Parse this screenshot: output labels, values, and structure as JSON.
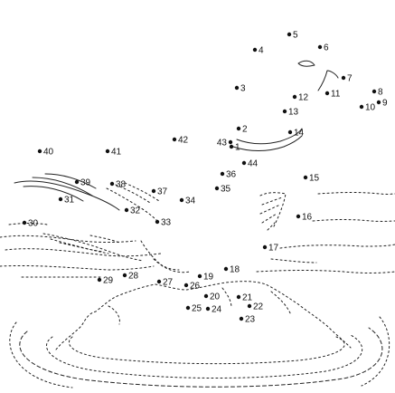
{
  "worksheet": {
    "points": [
      {
        "label": "1"
      },
      {
        "label": "2"
      },
      {
        "label": "3"
      },
      {
        "label": "4"
      },
      {
        "label": "5"
      },
      {
        "label": "6"
      },
      {
        "label": "7"
      },
      {
        "label": "8"
      },
      {
        "label": "9"
      },
      {
        "label": "10"
      },
      {
        "label": "11"
      },
      {
        "label": "12"
      },
      {
        "label": "13"
      },
      {
        "label": "14"
      },
      {
        "label": "15"
      },
      {
        "label": "16"
      },
      {
        "label": "17"
      },
      {
        "label": "18"
      },
      {
        "label": "19"
      },
      {
        "label": "20"
      },
      {
        "label": "21"
      },
      {
        "label": "22"
      },
      {
        "label": "23"
      },
      {
        "label": "24"
      },
      {
        "label": "25"
      },
      {
        "label": "26"
      },
      {
        "label": "27"
      },
      {
        "label": "28"
      },
      {
        "label": "29"
      },
      {
        "label": "30"
      },
      {
        "label": "31"
      },
      {
        "label": "32"
      },
      {
        "label": "33"
      },
      {
        "label": "34"
      },
      {
        "label": "35"
      },
      {
        "label": "36"
      },
      {
        "label": "37"
      },
      {
        "label": "38"
      },
      {
        "label": "39"
      },
      {
        "label": "40"
      },
      {
        "label": "41"
      },
      {
        "label": "42"
      },
      {
        "label": "43"
      },
      {
        "label": "44"
      }
    ]
  }
}
